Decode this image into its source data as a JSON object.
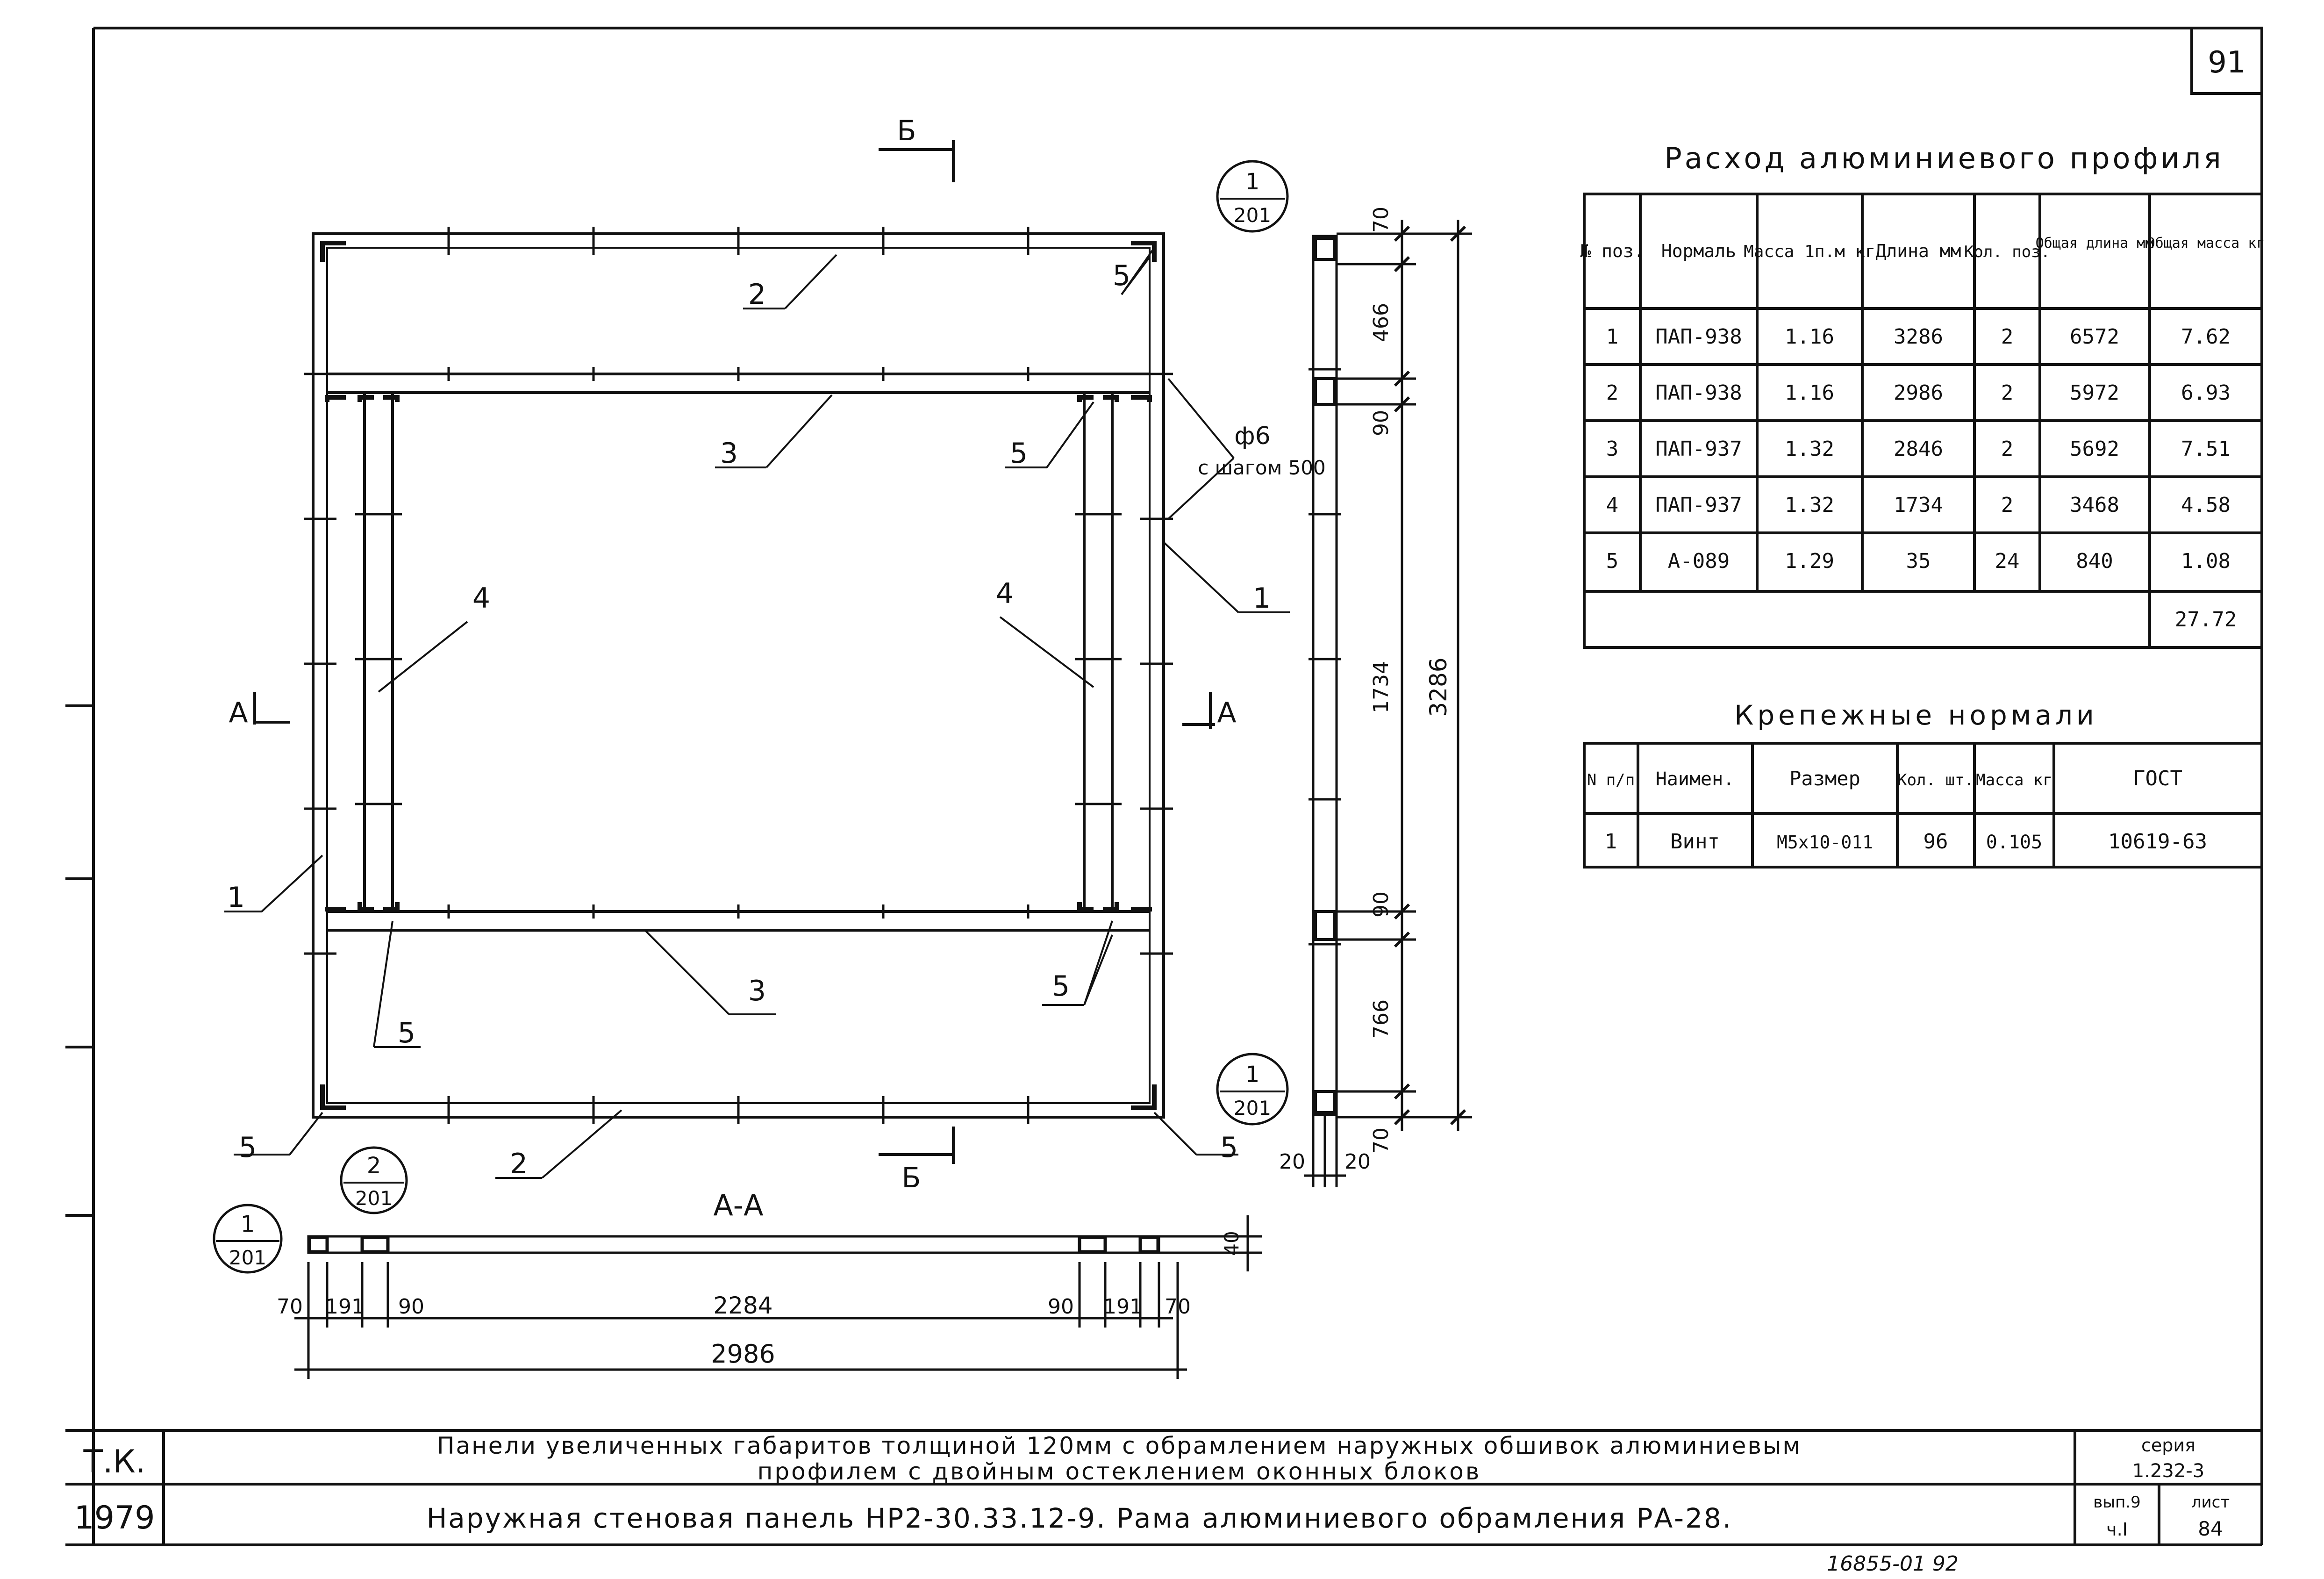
{
  "sheet": {
    "page_number": "91",
    "stamp": "16855-01   92"
  },
  "drawing": {
    "section_b": "Б",
    "section_a": "А",
    "section_aa_title": "А-А",
    "callout_1": "1",
    "callout_2": "2",
    "callout_201": "201",
    "pos1": "1",
    "pos2": "2",
    "pos3": "3",
    "pos4": "4",
    "pos5": "5",
    "phi6": "ф6",
    "step": "с шагом 500",
    "dim_70": "70",
    "dim_466": "466",
    "dim_90": "90",
    "dim_1734": "1734",
    "dim_766": "766",
    "dim_3286": "3286",
    "dim_20": "20",
    "dim_40": "40",
    "dim_191": "191",
    "dim_2284": "2284",
    "dim_2986": "2986"
  },
  "profile_table": {
    "title": "Расход алюминиевого профиля",
    "headers": [
      "№ поз.",
      "Нормаль",
      "Масса 1п.м кг",
      "Длина мм",
      "Кол. поз.",
      "Общая длина мм",
      "Общая масса кг"
    ],
    "rows": [
      [
        "1",
        "ПАП-938",
        "1.16",
        "3286",
        "2",
        "6572",
        "7.62"
      ],
      [
        "2",
        "ПАП-938",
        "1.16",
        "2986",
        "2",
        "5972",
        "6.93"
      ],
      [
        "3",
        "ПАП-937",
        "1.32",
        "2846",
        "2",
        "5692",
        "7.51"
      ],
      [
        "4",
        "ПАП-937",
        "1.32",
        "1734",
        "2",
        "3468",
        "4.58"
      ],
      [
        "5",
        "А-089",
        "1.29",
        "35",
        "24",
        "840",
        "1.08"
      ]
    ],
    "total": "27.72"
  },
  "fasteners_table": {
    "title": "Крепежные нормали",
    "headers": [
      "N п/п",
      "Наимен.",
      "Размер",
      "Кол. шт.",
      "Масса кг",
      "ГОСТ"
    ],
    "rows": [
      [
        "1",
        "Винт",
        "М5х10-011",
        "96",
        "0.105",
        "10619-63"
      ]
    ]
  },
  "title_block": {
    "org": "Т.К.",
    "year": "1979",
    "line1": "Панели увеличенных габаритов толщиной 120мм с обрамлением наружных обшивок алюминиевым",
    "line2": "профилем с двойным остеклением оконных блоков",
    "line3": "Наружная стеновая панель НР2-30.33.12-9. Рама алюминиевого обрамления РА-28.",
    "series_label": "серия",
    "series": "1.232-3",
    "issue_label": "вып.9",
    "part": "ч.I",
    "sheet_label": "лист",
    "sheet": "84"
  }
}
